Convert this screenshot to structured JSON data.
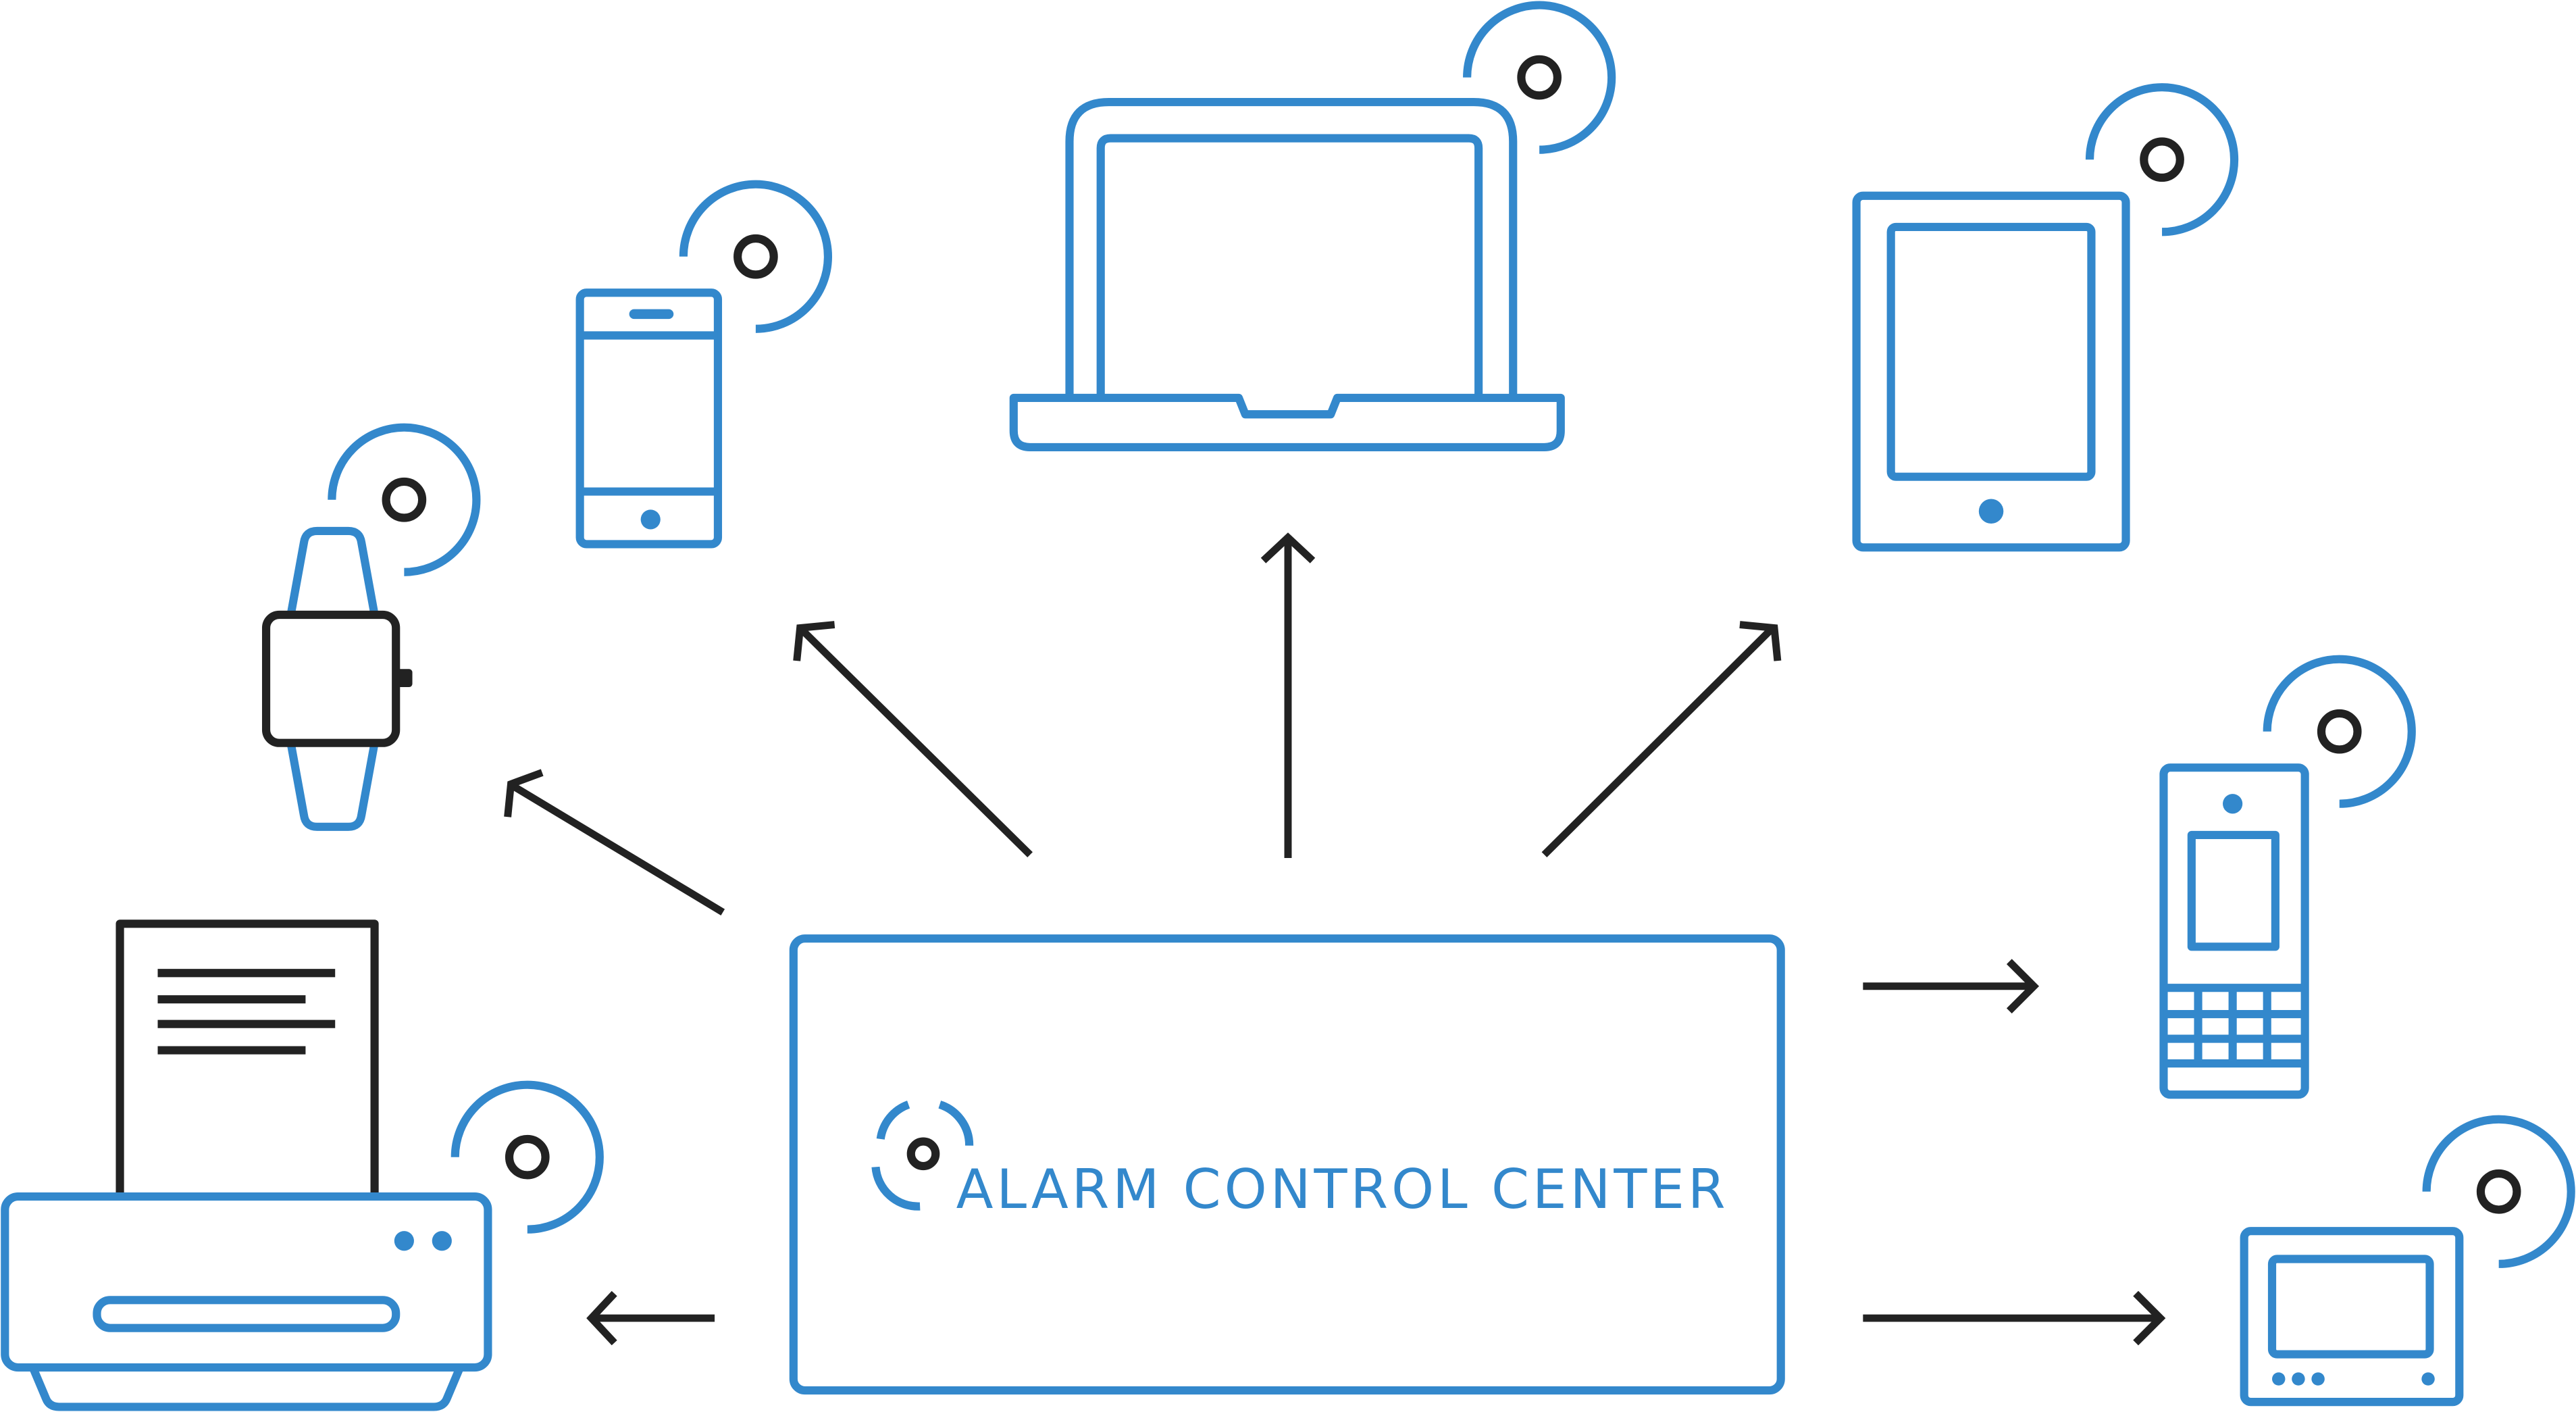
{
  "diagram": {
    "center": {
      "label": "ALARM CONTROL CENTER",
      "icon": "alarm-signal-icon"
    },
    "devices": [
      {
        "id": "smartwatch",
        "icon": "smartwatch-icon",
        "signal": "wireless-signal-icon"
      },
      {
        "id": "smartphone",
        "icon": "smartphone-icon",
        "signal": "wireless-signal-icon"
      },
      {
        "id": "laptop",
        "icon": "laptop-icon",
        "signal": "wireless-signal-icon"
      },
      {
        "id": "tablet",
        "icon": "tablet-icon",
        "signal": "wireless-signal-icon"
      },
      {
        "id": "keypad-phone",
        "icon": "keypad-phone-icon",
        "signal": "wireless-signal-icon"
      },
      {
        "id": "intercom-monitor",
        "icon": "intercom-monitor-icon",
        "signal": "wireless-signal-icon"
      },
      {
        "id": "printer",
        "icon": "printer-icon",
        "signal": "wireless-signal-icon"
      }
    ],
    "colors": {
      "primary": "#3388cc",
      "secondary": "#222222",
      "background": "#ffffff"
    }
  }
}
